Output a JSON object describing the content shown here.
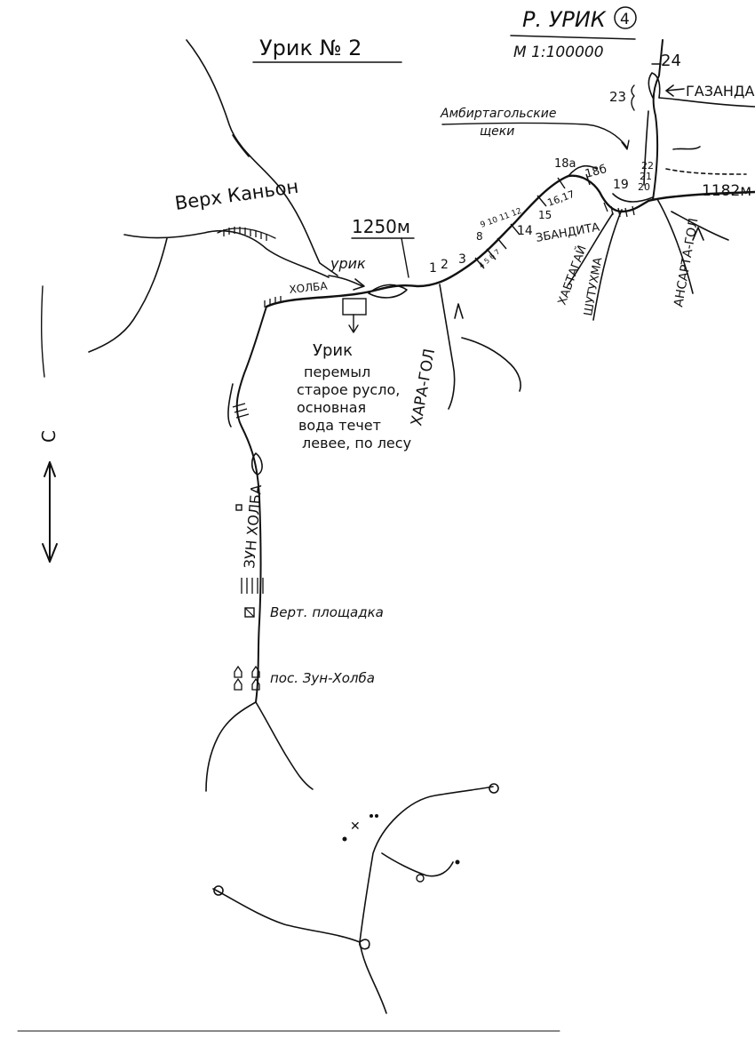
{
  "sheet": {
    "title": "Урик № 2",
    "river_label": "Р. УРИК",
    "sheet_number": "4",
    "scale": "М 1:100000"
  },
  "labels": {
    "verkh_kanyon": "Верх Каньон",
    "elev_1250": "1250м",
    "urik_arrow": "урик",
    "kholba": "ХОЛБА",
    "khara_gol": "ХАРА-ГОЛ",
    "zun_kholba": "ЗУН ХОЛБА",
    "vert_ploshchadka": "Верт. площадка",
    "pos_zun_kholba": "пос. Зун-Холба",
    "gazanda": "ГАЗАНДА",
    "elev_1182": "1182м",
    "ambirtag_shcheki_1": "Амбиртагольские",
    "ambirtag_shcheki_2": "щеки",
    "ansarta_gol": "АНСАРТА-ГОЛ",
    "shutukhma": "ШУТУХМА",
    "khabtagai": "ХАБТАГАЙ",
    "zbandita": "ЗБАНДИТА",
    "north": "С"
  },
  "note_lines": [
    "Урик",
    "перемыл",
    "старое русло,",
    "основная",
    "вода течет",
    "левее, по лесу"
  ],
  "markers": {
    "m1": "1",
    "m2": "2",
    "m3": "3",
    "m8": "8",
    "m9_12": "9 10 11 12",
    "m4_7": "4 5 6 7",
    "m14": "14",
    "m15": "15",
    "m16_17": "16,17",
    "m18a": "18а",
    "m18b": "18б",
    "m19": "19",
    "m20": "20",
    "m21": "21",
    "m22": "22",
    "m23": "23",
    "m24": "24"
  }
}
